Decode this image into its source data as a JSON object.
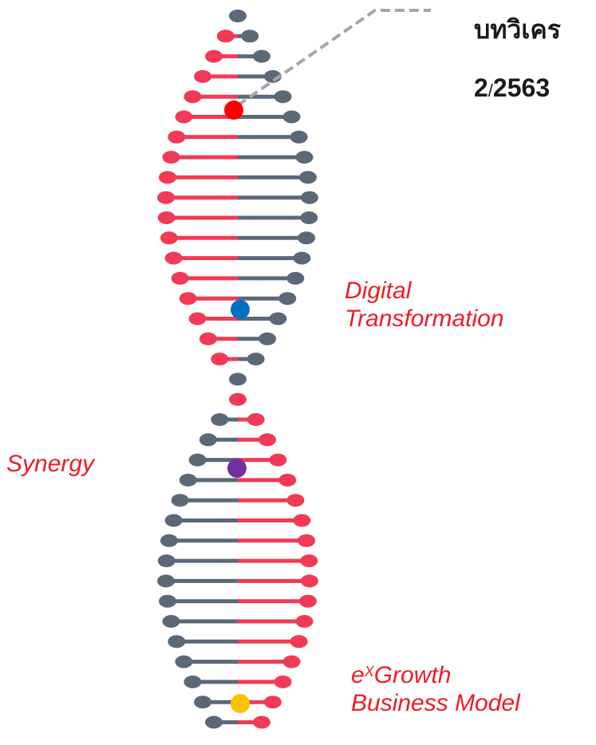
{
  "title": {
    "line1": "บทวิเคร",
    "line2_a": "2",
    "line2_sep": "/",
    "line2_b": "2563"
  },
  "labels": {
    "digital_line1": "Digital",
    "digital_line2": "Transformation",
    "synergy": "Synergy",
    "growth_base": "e",
    "growth_sup": "X",
    "growth_rest": "Growth",
    "growth_line2": "Business Model"
  },
  "colors": {
    "red": "#f13a55",
    "grey": "#5b6878",
    "label_red": "#ee1c25",
    "dot_red": "#ff0000",
    "dot_blue": "#0070c0",
    "dot_purple": "#7030a0",
    "dot_yellow": "#ffc000",
    "leader": "#a6a6a6"
  },
  "markers": [
    {
      "name": "marker-red",
      "color": "dot_red"
    },
    {
      "name": "marker-blue",
      "color": "dot_blue"
    },
    {
      "name": "marker-purple",
      "color": "dot_purple"
    },
    {
      "name": "marker-yellow",
      "color": "dot_yellow"
    }
  ]
}
